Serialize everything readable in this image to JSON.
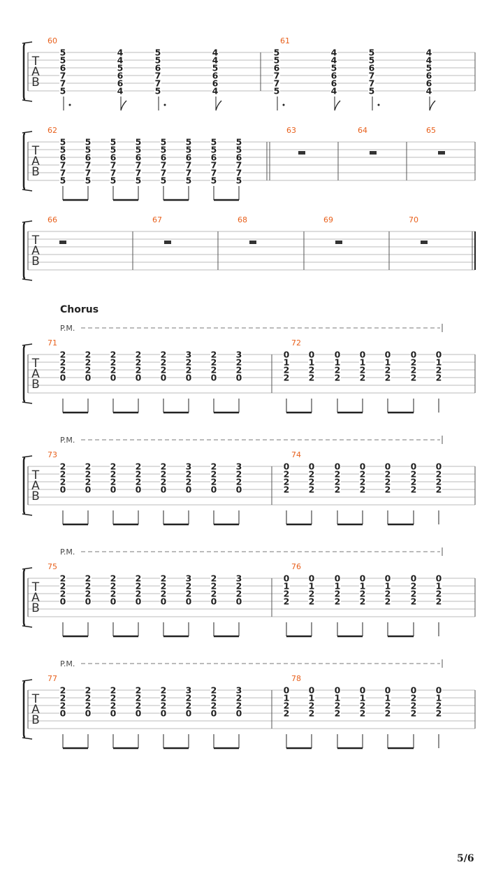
{
  "page_number": "5/6",
  "section_label": "Chorus",
  "pm_label": "P.M.",
  "tab_letters": [
    "T",
    "A",
    "B"
  ],
  "systems": [
    {
      "measures": [
        {
          "num": "60",
          "beats": [
            [
              "5",
              "5",
              "6",
              "7",
              "7",
              "5"
            ],
            [
              "4",
              "4",
              "5",
              "6",
              "6",
              "4"
            ],
            [
              "5",
              "5",
              "6",
              "7",
              "7",
              "5"
            ],
            [
              "4",
              "4",
              "5",
              "6",
              "6",
              "4"
            ]
          ],
          "rhythm": "quarter-dot-eighth"
        },
        {
          "num": "61",
          "beats": [
            [
              "5",
              "5",
              "6",
              "7",
              "7",
              "5"
            ],
            [
              "4",
              "4",
              "5",
              "6",
              "6",
              "4"
            ],
            [
              "5",
              "5",
              "6",
              "7",
              "7",
              "5"
            ],
            [
              "4",
              "4",
              "5",
              "6",
              "6",
              "4"
            ]
          ],
          "rhythm": "quarter-dot-eighth"
        }
      ]
    },
    {
      "measures": [
        {
          "num": "62",
          "beats": [
            [
              "5",
              "5",
              "6",
              "7",
              "7",
              "5"
            ],
            [
              "5",
              "5",
              "6",
              "7",
              "7",
              "5"
            ],
            [
              "5",
              "5",
              "6",
              "7",
              "7",
              "5"
            ],
            [
              "5",
              "5",
              "6",
              "7",
              "7",
              "5"
            ],
            [
              "5",
              "5",
              "6",
              "7",
              "7",
              "5"
            ],
            [
              "5",
              "5",
              "6",
              "7",
              "7",
              "5"
            ],
            [
              "5",
              "5",
              "6",
              "7",
              "7",
              "5"
            ],
            [
              "5",
              "5",
              "6",
              "7",
              "7",
              "5"
            ]
          ],
          "rhythm": "eighths"
        },
        {
          "num": "63",
          "rest": true
        },
        {
          "num": "64",
          "rest": true
        },
        {
          "num": "65",
          "rest": true
        }
      ]
    },
    {
      "measures": [
        {
          "num": "66",
          "rest": true
        },
        {
          "num": "67",
          "rest": true
        },
        {
          "num": "68",
          "rest": true
        },
        {
          "num": "69",
          "rest": true
        },
        {
          "num": "70",
          "rest": true
        }
      ]
    },
    {
      "pm": true,
      "section": true,
      "measures": [
        {
          "num": "71",
          "beats": [
            [
              "2",
              "2",
              "2",
              "0"
            ],
            [
              "2",
              "2",
              "2",
              "0"
            ],
            [
              "2",
              "2",
              "2",
              "0"
            ],
            [
              "2",
              "2",
              "2",
              "0"
            ],
            [
              "2",
              "2",
              "2",
              "0"
            ],
            [
              "3",
              "2",
              "2",
              "0"
            ],
            [
              "2",
              "2",
              "2",
              "0"
            ],
            [
              "3",
              "2",
              "2",
              "0"
            ]
          ],
          "rhythm": "eighths"
        },
        {
          "num": "72",
          "beats": [
            [
              "0",
              "1",
              "2",
              "2"
            ],
            [
              "0",
              "1",
              "2",
              "2"
            ],
            [
              "0",
              "1",
              "2",
              "2"
            ],
            [
              "0",
              "1",
              "2",
              "2"
            ],
            [
              "0",
              "1",
              "2",
              "2"
            ],
            [
              "0",
              "2",
              "2",
              "2"
            ],
            [
              "0",
              "1",
              "2",
              "2"
            ]
          ],
          "rhythm": "eighths-quarter"
        }
      ]
    },
    {
      "pm": true,
      "measures": [
        {
          "num": "73",
          "beats": [
            [
              "2",
              "2",
              "2",
              "0"
            ],
            [
              "2",
              "2",
              "2",
              "0"
            ],
            [
              "2",
              "2",
              "2",
              "0"
            ],
            [
              "2",
              "2",
              "2",
              "0"
            ],
            [
              "2",
              "2",
              "2",
              "0"
            ],
            [
              "3",
              "2",
              "2",
              "0"
            ],
            [
              "2",
              "2",
              "2",
              "0"
            ],
            [
              "3",
              "2",
              "2",
              "0"
            ]
          ],
          "rhythm": "eighths"
        },
        {
          "num": "74",
          "beats": [
            [
              "0",
              "2",
              "2",
              "2"
            ],
            [
              "0",
              "2",
              "2",
              "2"
            ],
            [
              "0",
              "2",
              "2",
              "2"
            ],
            [
              "0",
              "2",
              "2",
              "2"
            ],
            [
              "0",
              "2",
              "2",
              "2"
            ],
            [
              "0",
              "2",
              "2",
              "2"
            ],
            [
              "0",
              "2",
              "2",
              "2"
            ]
          ],
          "rhythm": "eighths-quarter"
        }
      ]
    },
    {
      "pm": true,
      "measures": [
        {
          "num": "75",
          "beats": [
            [
              "2",
              "2",
              "2",
              "0"
            ],
            [
              "2",
              "2",
              "2",
              "0"
            ],
            [
              "2",
              "2",
              "2",
              "0"
            ],
            [
              "2",
              "2",
              "2",
              "0"
            ],
            [
              "2",
              "2",
              "2",
              "0"
            ],
            [
              "3",
              "2",
              "2",
              "0"
            ],
            [
              "2",
              "2",
              "2",
              "0"
            ],
            [
              "3",
              "2",
              "2",
              "0"
            ]
          ],
          "rhythm": "eighths"
        },
        {
          "num": "76",
          "beats": [
            [
              "0",
              "1",
              "2",
              "2"
            ],
            [
              "0",
              "1",
              "2",
              "2"
            ],
            [
              "0",
              "1",
              "2",
              "2"
            ],
            [
              "0",
              "1",
              "2",
              "2"
            ],
            [
              "0",
              "1",
              "2",
              "2"
            ],
            [
              "0",
              "2",
              "2",
              "2"
            ],
            [
              "0",
              "1",
              "2",
              "2"
            ]
          ],
          "rhythm": "eighths-quarter"
        }
      ]
    },
    {
      "pm": true,
      "measures": [
        {
          "num": "77",
          "beats": [
            [
              "2",
              "2",
              "2",
              "0"
            ],
            [
              "2",
              "2",
              "2",
              "0"
            ],
            [
              "2",
              "2",
              "2",
              "0"
            ],
            [
              "2",
              "2",
              "2",
              "0"
            ],
            [
              "2",
              "2",
              "2",
              "0"
            ],
            [
              "3",
              "2",
              "2",
              "0"
            ],
            [
              "2",
              "2",
              "2",
              "0"
            ],
            [
              "3",
              "2",
              "2",
              "0"
            ]
          ],
          "rhythm": "eighths"
        },
        {
          "num": "78",
          "beats": [
            [
              "0",
              "1",
              "2",
              "2"
            ],
            [
              "0",
              "1",
              "2",
              "2"
            ],
            [
              "0",
              "1",
              "2",
              "2"
            ],
            [
              "0",
              "1",
              "2",
              "2"
            ],
            [
              "0",
              "1",
              "2",
              "2"
            ],
            [
              "0",
              "2",
              "2",
              "2"
            ],
            [
              "0",
              "1",
              "2",
              "2"
            ]
          ],
          "rhythm": "eighths-quarter"
        }
      ]
    }
  ]
}
